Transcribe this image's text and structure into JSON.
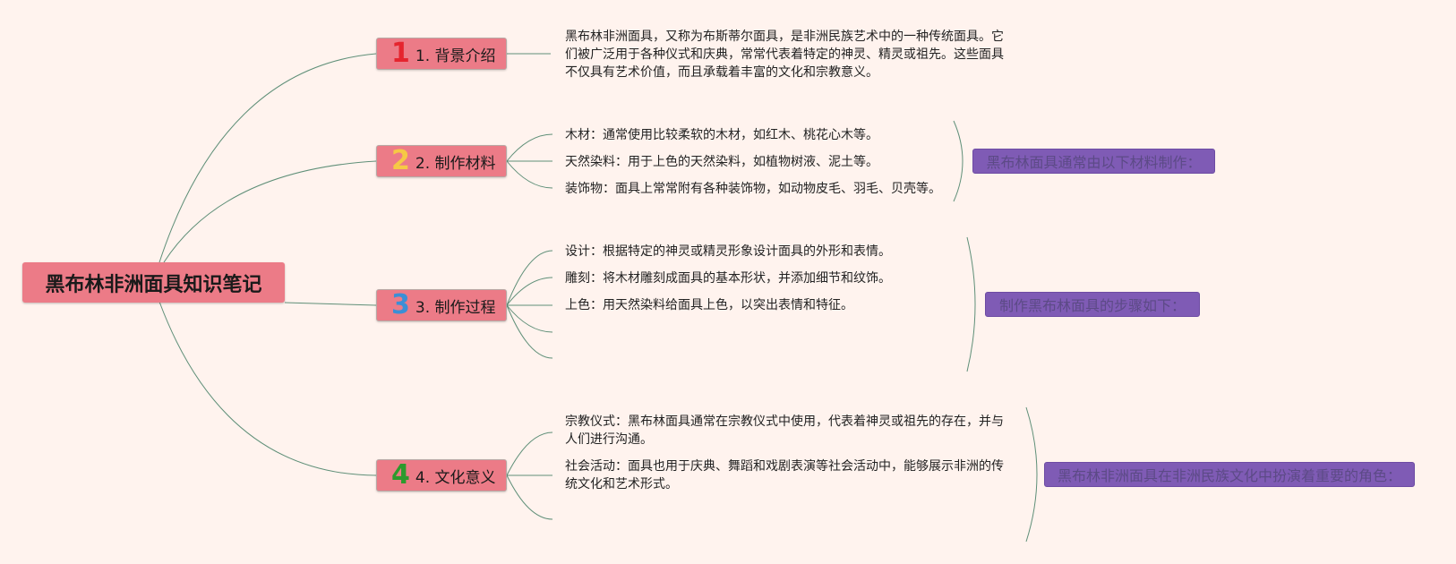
{
  "root": {
    "title": "黑布林非洲面具知识笔记"
  },
  "topics": [
    {
      "badge": "1",
      "badge_color": "#e5242e",
      "label": "1. 背景介绍"
    },
    {
      "badge": "2",
      "badge_color": "#f6c945",
      "label": "2. 制作材料"
    },
    {
      "badge": "3",
      "badge_color": "#3b8fd6",
      "label": "3. 制作过程"
    },
    {
      "badge": "4",
      "badge_color": "#2d9a2d",
      "label": "4. 文化意义"
    }
  ],
  "background": {
    "text": "黑布林非洲面具，又称为布斯蒂尔面具，是非洲民族艺术中的一种传统面具。它们被广泛用于各种仪式和庆典，常常代表着特定的神灵、精灵或祖先。这些面具不仅具有艺术价值，而且承载着丰富的文化和宗教意义。"
  },
  "materials": {
    "items": [
      "木材：通常使用比较柔软的木材，如红木、桃花心木等。",
      "天然染料：用于上色的天然染料，如植物树液、泥土等。",
      "装饰物：面具上常常附有各种装饰物，如动物皮毛、羽毛、贝壳等。"
    ],
    "summary": "黑布林面具通常由以下材料制作："
  },
  "process": {
    "items": [
      "设计：根据特定的神灵或精灵形象设计面具的外形和表情。",
      "雕刻：将木材雕刻成面具的基本形状，并添加细节和纹饰。",
      "上色：用天然染料给面具上色，以突出表情和特征。"
    ],
    "summary": "制作黑布林面具的步骤如下："
  },
  "culture": {
    "items": [
      "宗教仪式：黑布林面具通常在宗教仪式中使用，代表着神灵或祖先的存在，并与人们进行沟通。",
      "社会活动：面具也用于庆典、舞蹈和戏剧表演等社会活动中，能够展示非洲的传统文化和艺术形式。"
    ],
    "summary": "黑布林非洲面具在非洲民族文化中扮演着重要的角色："
  },
  "colors": {
    "background": "#fff3ee",
    "node": "#ec7b87",
    "summary": "#7f5bb5",
    "connector": "#5f8f78"
  }
}
